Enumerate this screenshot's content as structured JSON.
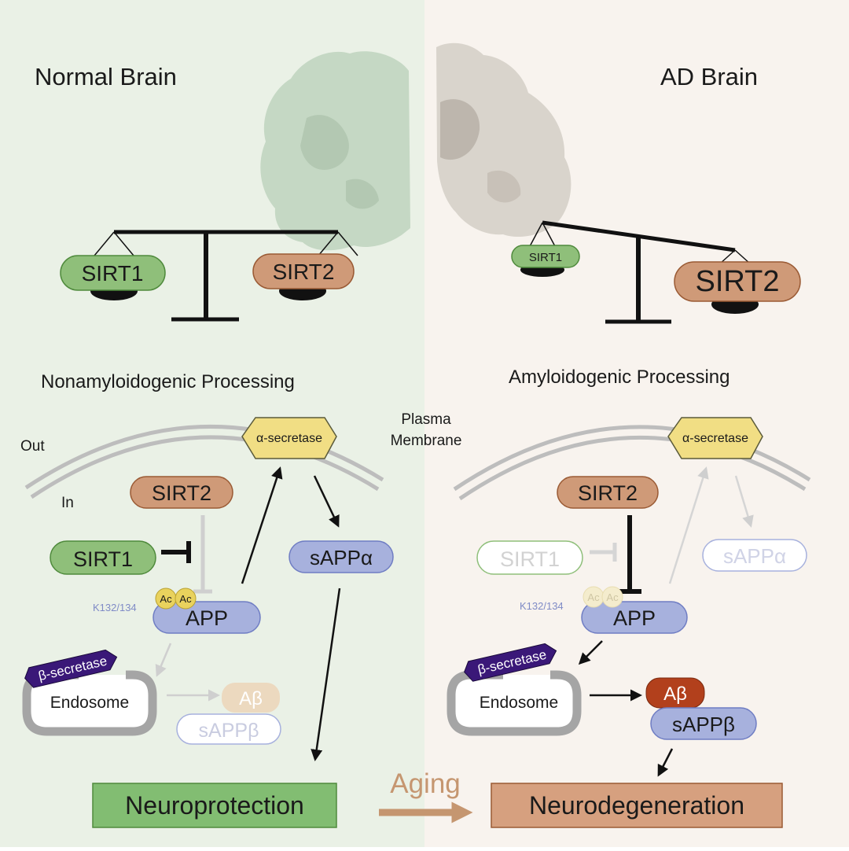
{
  "colors": {
    "left_bg": "#eaf1e6",
    "right_bg": "#f8f3ee",
    "sirt1_fill": "#8fbf7a",
    "sirt1_stroke": "#4f8a3c",
    "sirt2_fill": "#cf9a78",
    "sirt2_stroke": "#9a5a34",
    "app_fill": "#a7b1dd",
    "app_stroke": "#6f7dc3",
    "secretase_alpha": "#f1de84",
    "secretase_beta": "#3a1878",
    "abeta_active": "#b2401c",
    "abeta_faded": "#ecd9bf",
    "ac_fill": "#e9d25d",
    "neuroprotection_fill": "#82bd72",
    "neurodegeneration_fill": "#d6a07f",
    "aging_arrow": "#c59670"
  },
  "left": {
    "title": "Normal Brain",
    "process_title": "Nonamyloidogenic Processing",
    "balance": {
      "sirt1": "SIRT1",
      "sirt2": "SIRT2"
    },
    "out_label": "Out",
    "in_label": "In",
    "alpha_secretase": "α-secretase",
    "sirt2": "SIRT2",
    "sirt1": "SIRT1",
    "ac1": "Ac",
    "ac2": "Ac",
    "k_label": "K132/134",
    "app": "APP",
    "sappa": "sAPPα",
    "beta_secretase": "β-secretase",
    "endosome": "Endosome",
    "abeta": "Aβ",
    "sappb": "sAPPβ",
    "outcome": "Neuroprotection"
  },
  "membrane_label_line1": "Plasma",
  "membrane_label_line2": "Membrane",
  "aging_label": "Aging",
  "right": {
    "title": "AD Brain",
    "process_title": "Amyloidogenic Processing",
    "balance": {
      "sirt1": "SIRT1",
      "sirt2": "SIRT2"
    },
    "alpha_secretase": "α-secretase",
    "sirt2": "SIRT2",
    "sirt1": "SIRT1",
    "ac1": "Ac",
    "ac2": "Ac",
    "k_label": "K132/134",
    "app": "APP",
    "sappa": "sAPPα",
    "beta_secretase": "β-secretase",
    "endosome": "Endosome",
    "abeta": "Aβ",
    "sappb": "sAPPβ",
    "outcome": "Neurodegeneration"
  }
}
